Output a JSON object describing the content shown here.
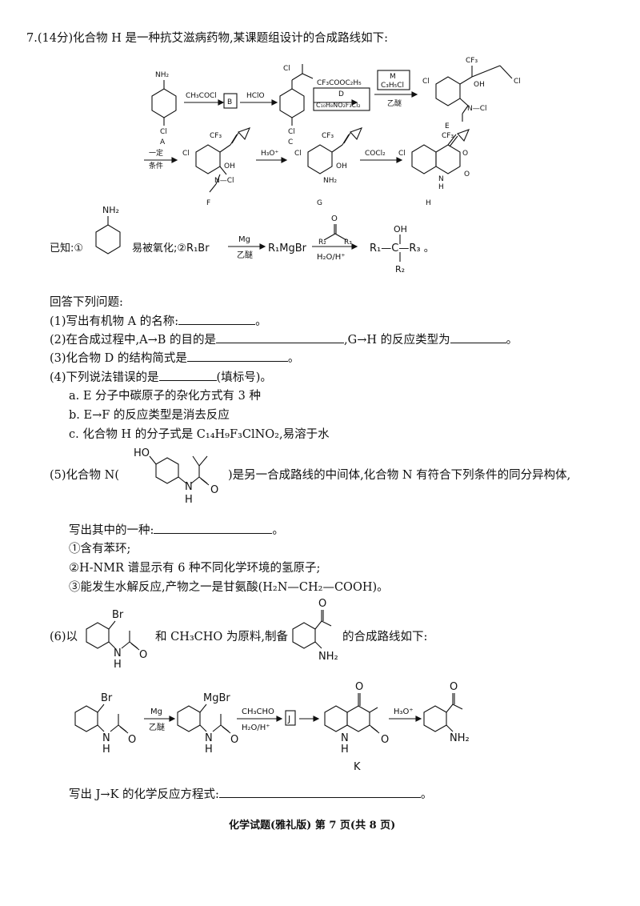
{
  "question": {
    "header": "7.(14分)化合物 H 是一种抗艾滋病药物,某课题组设计的合成路线如下:",
    "route": {
      "A_nh2": "NH₂",
      "A_cl": "Cl",
      "A_label": "A",
      "r1": "CH₃COCl",
      "B": "B",
      "r2": "HClO",
      "C_cl": "Cl",
      "C_cl2": "Cl",
      "C_label": "C",
      "r3": "CF₃COOC₂H₅",
      "D_label": "D",
      "D_formula": "C₁₀H₈NO₂F₃Cl₂",
      "M_label": "M",
      "M_formula": "C₃H₅Cl",
      "r4": "乙醚",
      "E_cl1": "Cl",
      "E_cf3": "CF₃",
      "E_oh": "OH",
      "E_cl2": "Cl",
      "E_ncl": "N—Cl",
      "E_label": "E",
      "r5a": "一定",
      "r5b": "条件",
      "F_cl": "Cl",
      "F_cf3": "CF₃",
      "F_oh": "OH",
      "F_ncl": "N—Cl",
      "F_label": "F",
      "r6": "H₃O⁺",
      "G_cl": "Cl",
      "G_cf3": "CF₃",
      "G_oh": "OH",
      "G_nh2": "NH₂",
      "G_label": "G",
      "r7": "COCl₂",
      "H_cl": "Cl",
      "H_cf3": "CF₃",
      "H_o": "O",
      "H_n": "N",
      "H_h": "H",
      "H_o2": "O",
      "H_label": "H"
    },
    "known": {
      "prefix": "已知:①",
      "nh2": "NH₂",
      "text1": "易被氧化;②R₁Br",
      "mg": "Mg",
      "ether": "乙醚",
      "product1": "R₁MgBr",
      "o": "O",
      "r2": "R₂",
      "r3": "R₃",
      "cond": "H₂O/H⁺",
      "oh": "OH",
      "r1c": "R₁—C—R₃ 。",
      "r2b": "R₂"
    },
    "answer_intro": "回答下列问题:",
    "q1": "(1)写出有机物 A 的名称:",
    "q1_end": "。",
    "q2a": "(2)在合成过程中,A→B 的目的是",
    "q2b": ",G→H 的反应类型为",
    "q2_end": "。",
    "q3": "(3)化合物 D 的结构简式是",
    "q3_end": "。",
    "q4": "(4)下列说法错误的是",
    "q4_end": "(填标号)。",
    "opt_a": "a. E 分子中碳原子的杂化方式有 3 种",
    "opt_b": "b. E→F 的反应类型是消去反应",
    "opt_c": "c. 化合物 H 的分子式是 C₁₄H₉F₃ClNO₂,易溶于水",
    "q5a": "(5)化合物 N(",
    "q5_ho": "HO",
    "q5_n": "N",
    "q5_h": "H",
    "q5_o": "O",
    "q5b": ")是另一合成路线的中间体,化合物 N 有符合下列条件的同分异构体,",
    "q5c": "写出其中的一种:",
    "q5c_end": "。",
    "cond1": "①含有苯环;",
    "cond2": "②H-NMR 谱显示有 6 种不同化学环境的氢原子;",
    "cond3": "③能发生水解反应,产物之一是甘氨酸(H₂N—CH₂—COOH)。",
    "q6a": "(6)以",
    "q6_br": "Br",
    "q6_n": "N",
    "q6_h": "H",
    "q6_o": "O",
    "q6b": "和 CH₃CHO 为原料,制备",
    "q6_o2": "O",
    "q6_nh2": "NH₂",
    "q6c": "的合成路线如下:",
    "route6": {
      "br": "Br",
      "n1": "N",
      "h1": "H",
      "o1": "O",
      "mg": "Mg",
      "ether": "乙醚",
      "mgbr": "MgBr",
      "n2": "N",
      "h2": "H",
      "o2": "O",
      "r_top": "CH₃CHO",
      "r_bot": "H₂O/H⁺",
      "J": "J",
      "k_o": "O",
      "n3": "N",
      "h3": "H",
      "o3": "O",
      "K_label": "K",
      "h3o": "H₃O⁺",
      "p_o": "O",
      "p_nh2": "NH₂"
    },
    "q6_eq": "写出 J→K 的化学反应方程式:",
    "q6_eq_end": "。",
    "footer": "化学试题(雅礼版)  第 7 页(共 8 页)"
  }
}
